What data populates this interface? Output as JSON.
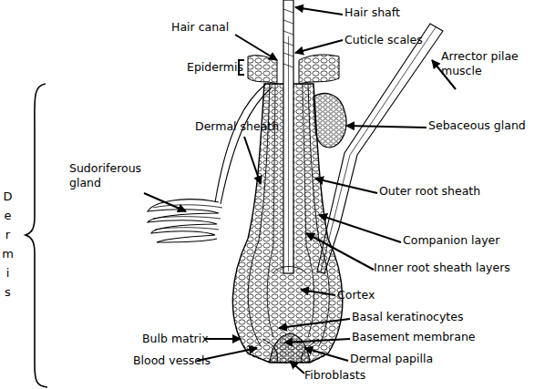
{
  "diagram": {
    "labels": [
      "Hair canal",
      "Hair shaft",
      "Cuticle scales",
      "Epidermis",
      "Arrector pilae muscle",
      "Dermal sheath",
      "Sebaceous gland",
      "Sudoriferous gland",
      "Outer root sheath",
      "Companion layer",
      "Inner root sheath layers",
      "Cortex",
      "Basal keratinocytes",
      "Basement membrane",
      "Bulb matrix",
      "Dermal papilla",
      "Blood vessels",
      "Fibroblasts",
      "Dermis"
    ]
  }
}
